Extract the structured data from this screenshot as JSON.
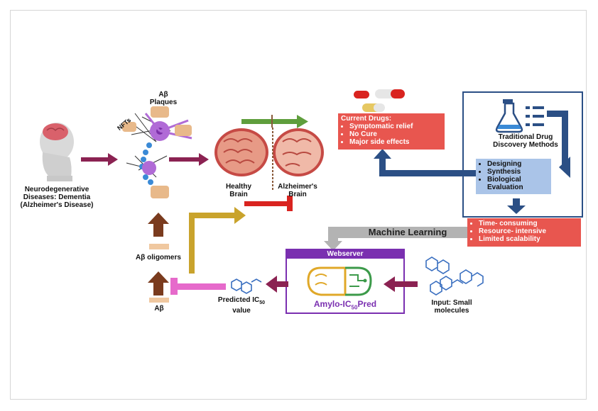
{
  "left_label": "Neurodegenerative Diseases: Dementia (Alzheimer's Disease)",
  "plaques_label": "Aβ Plaques",
  "nfts_label": "NFTs",
  "healthy_brain": "Healthy Brain",
  "alzheimer_brain": "Alzheimer's Brain",
  "current_drugs": {
    "title": "Current Drugs:",
    "items": [
      "Symptomatic relief",
      "No Cure",
      "Major side effects"
    ]
  },
  "traditional": {
    "title": "Traditional Drug Discovery Methods",
    "steps": [
      "Designing",
      "Synthesis",
      "Biological"
    ],
    "steps_tail": "Evaluation",
    "drawbacks": [
      "Time- consuming",
      "Resource- intensive",
      "Limited scalability"
    ]
  },
  "machine_learning": "Machine Learning",
  "webserver": {
    "header": "Webserver",
    "name_prefix": "Amylo-IC",
    "name_sub": "50",
    "name_suffix": "Pred"
  },
  "input_label": "Input: Small molecules",
  "predicted_label_prefix": "Predicted IC",
  "predicted_label_sub": "50",
  "predicted_label_suffix": " value",
  "oligomers_label": "Aβ oligomers",
  "abeta_label": "Aβ",
  "colors": {
    "red": "#e8564f",
    "blue_box": "#aac4e8",
    "navy": "#2b4f85",
    "purple": "#8b2252",
    "green": "#5f9e3c",
    "olive": "#b8972a",
    "brown": "#7a3b1e",
    "violet_border": "#7a2fb0"
  }
}
